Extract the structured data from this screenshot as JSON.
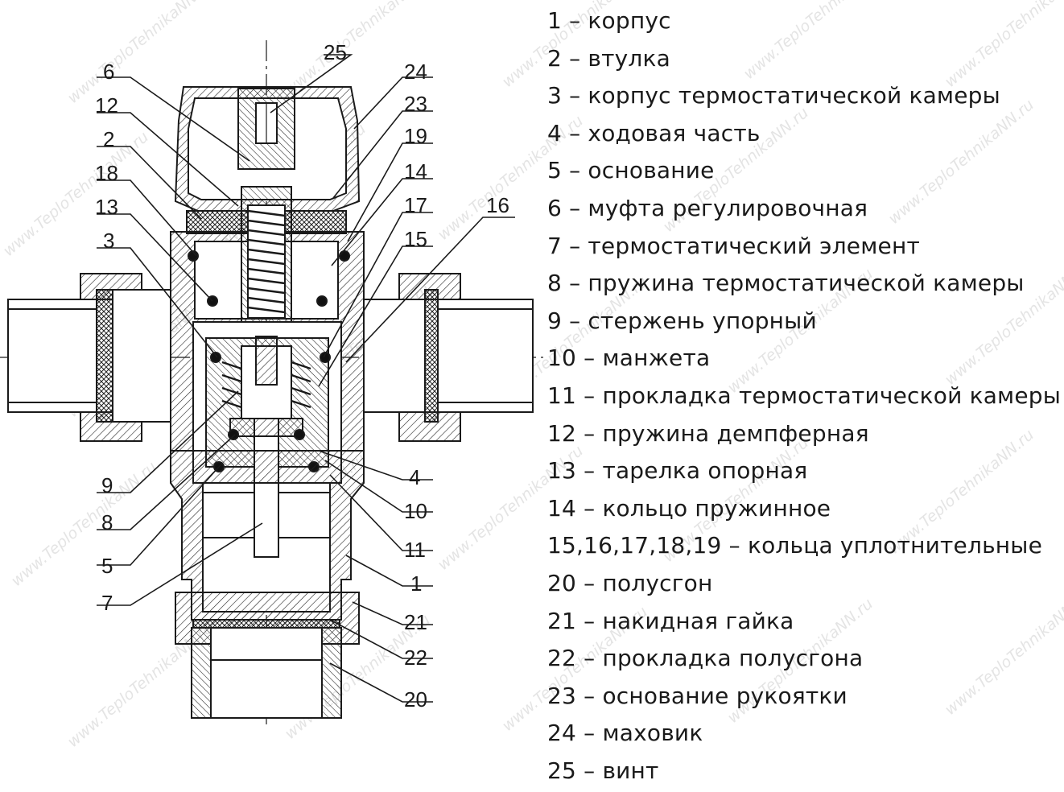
{
  "watermark": "www.TeploTehnikaNN.ru",
  "callouts": [
    "1",
    "2",
    "4",
    "5",
    "6",
    "7",
    "8",
    "9",
    "10",
    "11",
    "12",
    "13",
    "14",
    "15",
    "16",
    "17",
    "18",
    "19",
    "20",
    "21",
    "22",
    "23",
    "24",
    "25"
  ],
  "legend": [
    {
      "num": "1",
      "text": "– корпус"
    },
    {
      "num": "2",
      "text": "– втулка"
    },
    {
      "num": "3",
      "text": "– корпус термостатической камеры"
    },
    {
      "num": "4",
      "text": "– ходовая часть"
    },
    {
      "num": "5",
      "text": "– основание"
    },
    {
      "num": "6",
      "text": "– муфта регулировочная"
    },
    {
      "num": "7",
      "text": "– термостатический элемент"
    },
    {
      "num": "8",
      "text": "– пружина термостатической камеры"
    },
    {
      "num": "9",
      "text": "– стержень упорный"
    },
    {
      "num": "10",
      "text": "– манжета"
    },
    {
      "num": "11",
      "text": "– прокладка термостатической камеры"
    },
    {
      "num": "12",
      "text": "– пружина демпферная"
    },
    {
      "num": "13",
      "text": "– тарелка опорная"
    },
    {
      "num": "14",
      "text": "– кольцо пружинное"
    },
    {
      "num": "15,16,17,18,19",
      "text": "– кольца уплотнительные"
    },
    {
      "num": "20",
      "text": "– полусгон"
    },
    {
      "num": "21",
      "text": "– накидная гайка"
    },
    {
      "num": "22",
      "text": "– прокладка полусгона"
    },
    {
      "num": "23",
      "text": "– основание рукоятки"
    },
    {
      "num": "24",
      "text": "– маховик"
    },
    {
      "num": "25",
      "text": "– винт"
    }
  ]
}
